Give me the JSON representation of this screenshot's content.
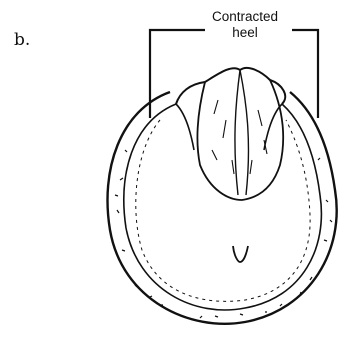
{
  "figure": {
    "panel_label": "b.",
    "callout_line1": "Contracted",
    "callout_line2": "heel"
  }
}
